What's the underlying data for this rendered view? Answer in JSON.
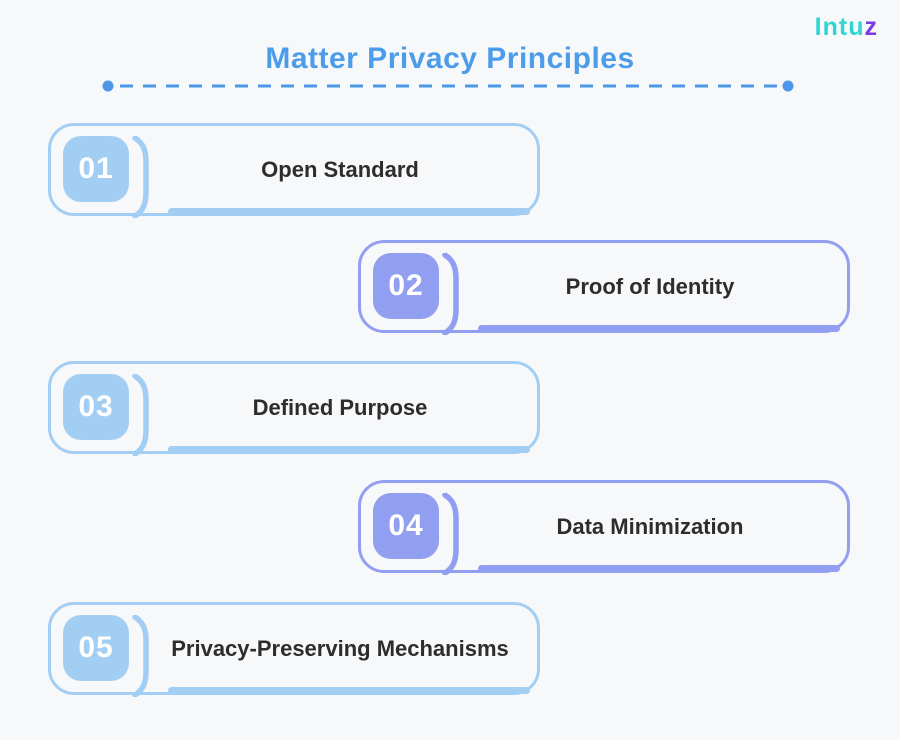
{
  "page": {
    "title": "Matter Privacy Principles",
    "colors": {
      "background": "#F7F8FA",
      "title": "#4D9CEA",
      "divider": "#4D96E8",
      "light_blue_accent": "#A3CEF4",
      "periwinkle_accent": "#929FF0",
      "label_text": "#2D2D2D",
      "badge_number_text": "#FFFFFF"
    }
  },
  "logo": {
    "primary_text": "Intu",
    "accent_text": "z",
    "primary_color": "#2FD5D2",
    "accent_color": "#7B3BE4"
  },
  "principles": [
    {
      "number": "01",
      "label": "Open Standard",
      "accent": "#A3CEF4"
    },
    {
      "number": "02",
      "label": "Proof of Identity",
      "accent": "#929FF0"
    },
    {
      "number": "03",
      "label": "Defined Purpose",
      "accent": "#A3CEF4"
    },
    {
      "number": "04",
      "label": "Data Minimization",
      "accent": "#929FF0"
    },
    {
      "number": "05",
      "label": "Privacy-Preserving Mechanisms",
      "accent": "#A3CEF4"
    }
  ]
}
